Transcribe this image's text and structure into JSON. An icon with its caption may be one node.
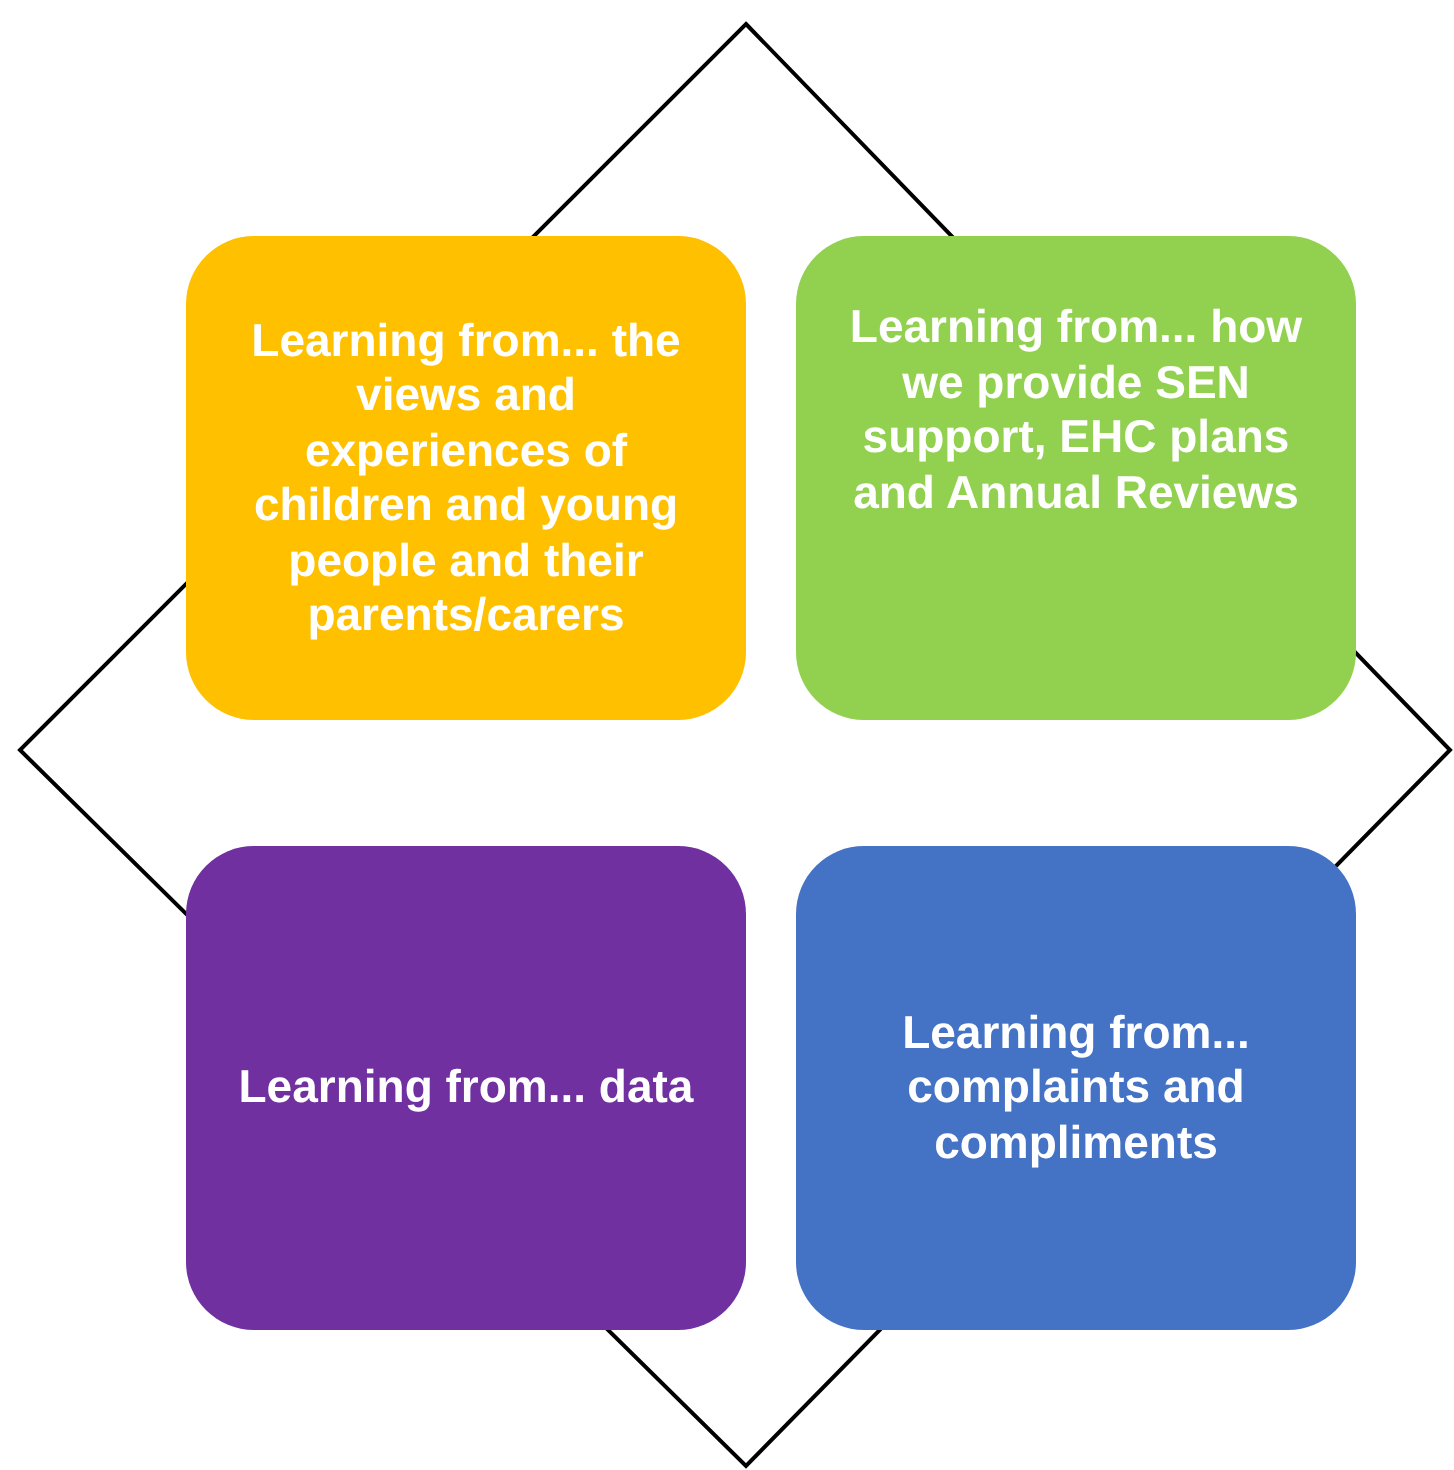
{
  "diagram": {
    "nodes": [
      {
        "text": [
          "Learning from... the views and experiences of children and young people and their parents/carers"
        ]
      },
      {
        "text": [
          "Learning from... how we provide SEN support, EHC plans and Annual Reviews"
        ]
      },
      {
        "text": [
          "Learning from... data"
        ]
      },
      {
        "text": [
          "Learning from... complaints and compliments"
        ]
      }
    ]
  }
}
